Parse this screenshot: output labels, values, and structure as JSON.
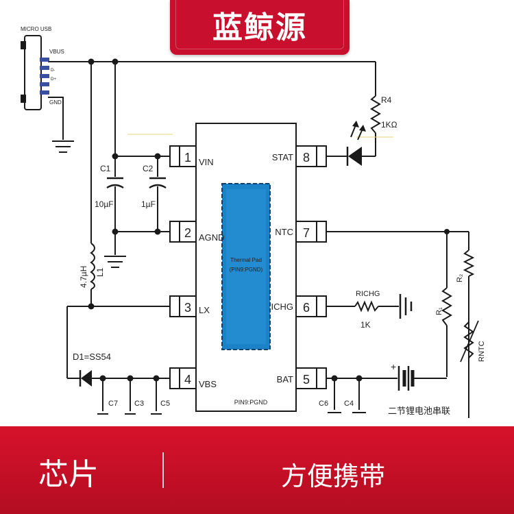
{
  "banner": {
    "brand": "蓝鲸源"
  },
  "footer": {
    "left_label": "芯片",
    "right_label": "方便携带"
  },
  "schematic": {
    "connector": {
      "title": "MICRO USB",
      "vbus": "VBUS",
      "gnd": "GND",
      "pin_dp": "D+",
      "pin_dm": "D-"
    },
    "chip": {
      "pad_line1": "Thermal Pad",
      "pad_line2": "(PIN9:PGND)",
      "pin9": "PIN9:PGND",
      "pins_left": [
        {
          "num": "1",
          "name": "VIN"
        },
        {
          "num": "2",
          "name": "AGND"
        },
        {
          "num": "3",
          "name": "LX"
        },
        {
          "num": "4",
          "name": "VBS"
        }
      ],
      "pins_right": [
        {
          "num": "8",
          "name": "STAT"
        },
        {
          "num": "7",
          "name": "NTC"
        },
        {
          "num": "6",
          "name": "ICHG"
        },
        {
          "num": "5",
          "name": "BAT"
        }
      ]
    },
    "components": {
      "c1": "C1",
      "c1_val": "10µF",
      "c2": "C2",
      "c2_val": "1µF",
      "l1": "L1",
      "l1_val": "4.7µH",
      "d1": "D1=SS54",
      "c7": "C7",
      "c3": "C3",
      "c5": "C5",
      "c6": "C6",
      "c4": "C4",
      "r4": "R4",
      "r4_val": "1KΩ",
      "richg": "RICHG",
      "richg_val": "1K",
      "battery": "二节锂电池串联",
      "r1": "R₁",
      "r2": "R₂",
      "rntc": "RNTC"
    }
  }
}
